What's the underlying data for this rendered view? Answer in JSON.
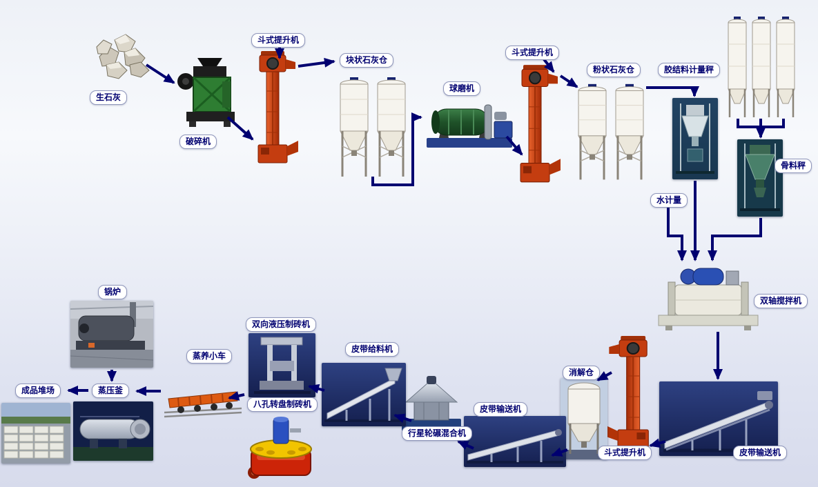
{
  "colors": {
    "arrow": "#000070",
    "label_text": "#000070",
    "label_background": "#ffffff"
  },
  "nodes": {
    "quicklime": {
      "label": "生石灰"
    },
    "crusher": {
      "label": "破碎机"
    },
    "bucket_elevator_1": {
      "label": "斗式提升机"
    },
    "lump_lime_silo": {
      "label": "块状石灰仓"
    },
    "ball_mill": {
      "label": "球磨机"
    },
    "bucket_elevator_2": {
      "label": "斗式提升机"
    },
    "powder_lime_silo": {
      "label": "粉状石灰仓"
    },
    "binder_scale": {
      "label": "胶结料计量秤"
    },
    "aggregate_scale": {
      "label": "骨料秤"
    },
    "water_meter": {
      "label": "水计量"
    },
    "twin_shaft_mixer": {
      "label": "双轴搅拌机"
    },
    "belt_conveyor_right": {
      "label": "皮带输送机"
    },
    "bucket_elevator_3": {
      "label": "斗式提升机"
    },
    "digestion_silo": {
      "label": "消解仓"
    },
    "belt_conveyor_mid": {
      "label": "皮带输送机"
    },
    "planetary_mixer": {
      "label": "行星轮碾混合机"
    },
    "belt_feeder": {
      "label": "皮带给料机"
    },
    "hydraulic_press": {
      "label": "双向液压制砖机"
    },
    "rotary_press": {
      "label": "八孔转盘制砖机"
    },
    "steam_cart": {
      "label": "蒸养小车"
    },
    "autoclave": {
      "label": "蒸压釜"
    },
    "boiler": {
      "label": "锅炉"
    },
    "product_yard": {
      "label": "成品堆场"
    }
  }
}
